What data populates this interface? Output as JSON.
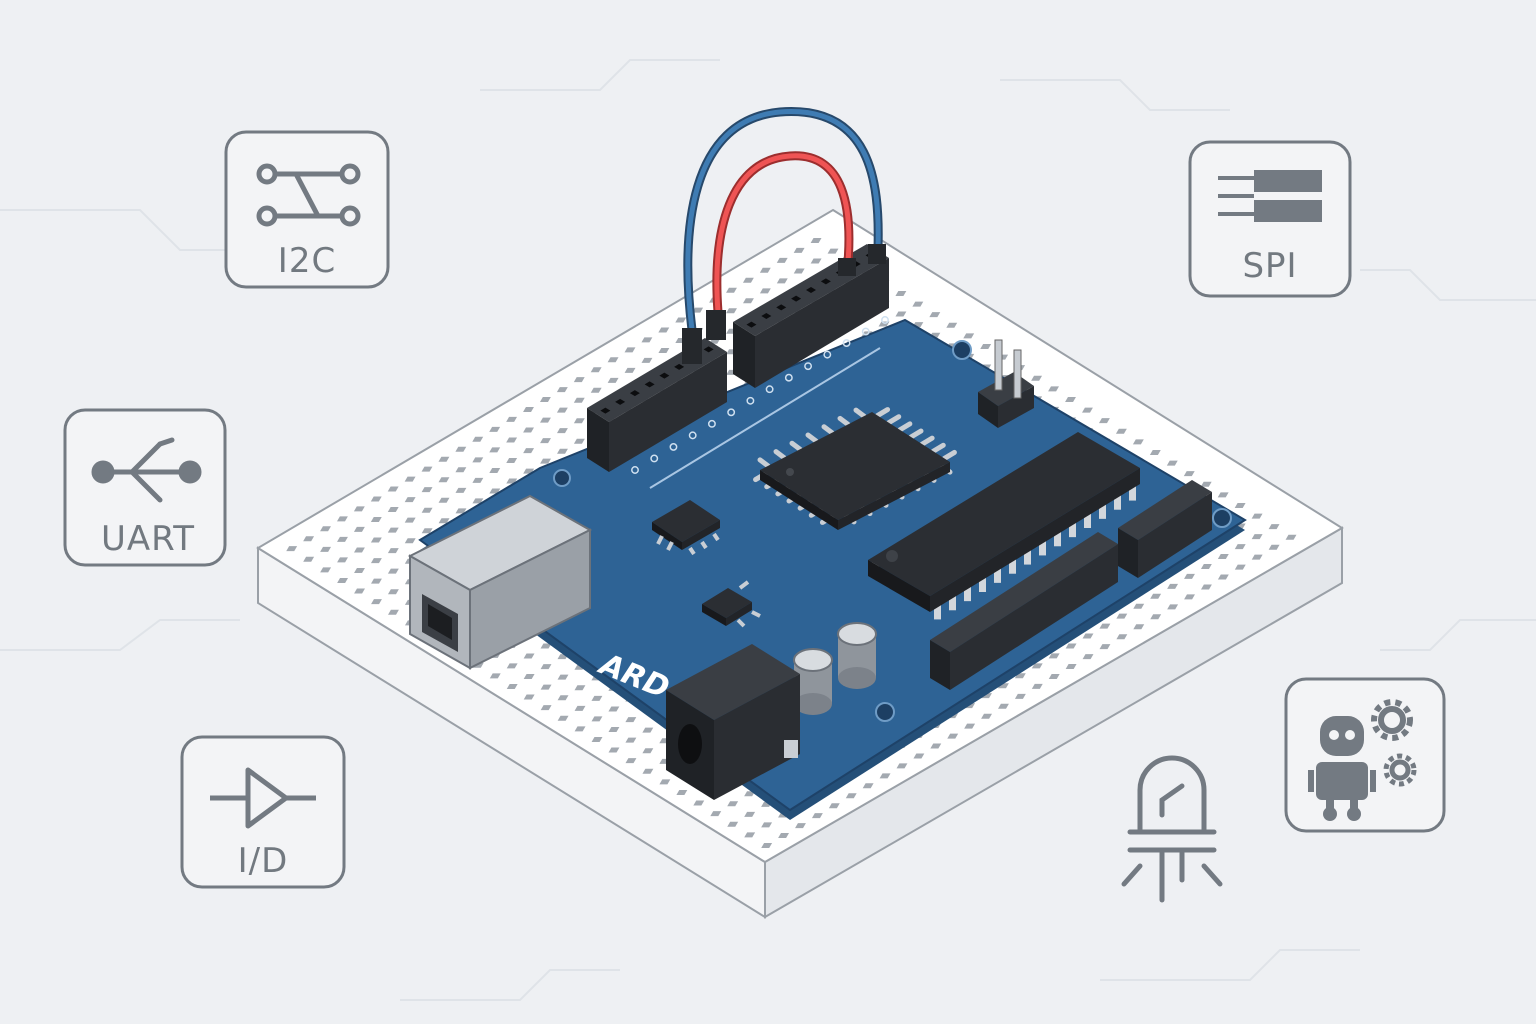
{
  "labels": {
    "i2c": "I2C",
    "spi": "SPI",
    "uart": "UART",
    "io": "I/D",
    "board_logo": "ARD"
  },
  "icons": {
    "i2c": "i2c-icon",
    "spi": "spi-icon",
    "uart": "usb-symbol-icon",
    "io": "buffer-gate-icon",
    "led": "led-icon",
    "robot": "robot-gears-icon"
  },
  "colors": {
    "background": "#eef0f3",
    "icon_stroke": "#737a82",
    "pcb": "#2e6395",
    "pcb_dark": "#244f78",
    "breadboard": "#ffffff",
    "wire_blue": "#3b74a8",
    "wire_red": "#e64a4a",
    "header_black": "#25282c"
  }
}
